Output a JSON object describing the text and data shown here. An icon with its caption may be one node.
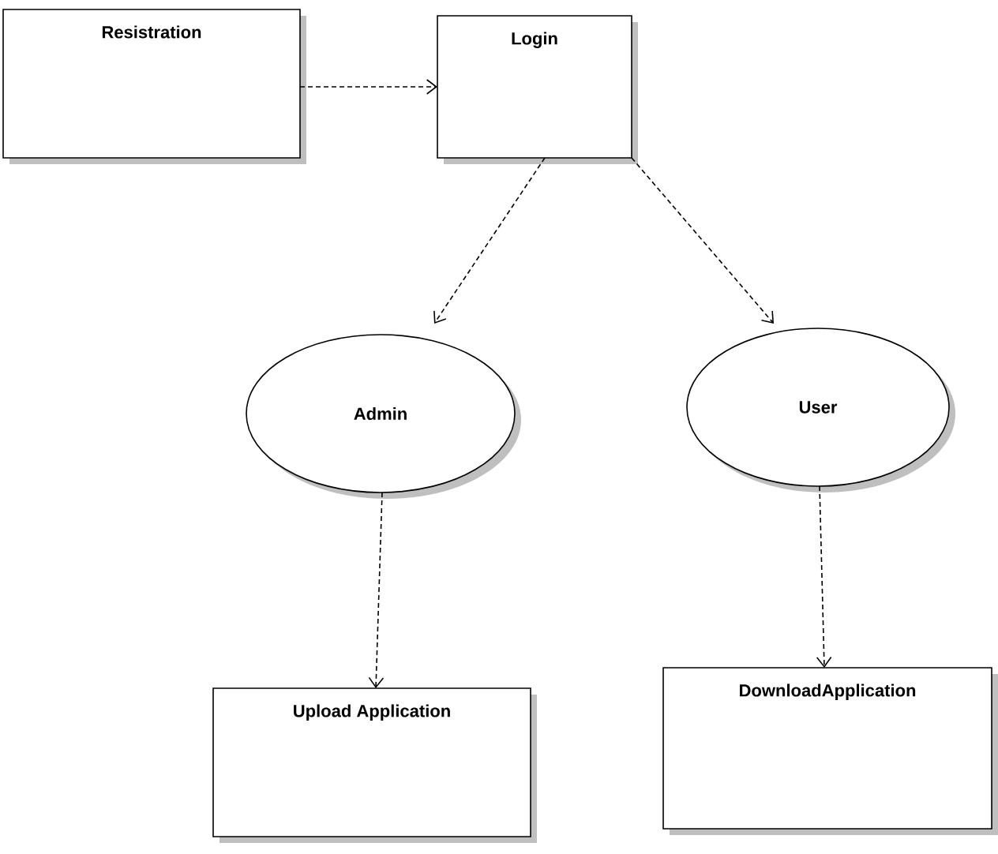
{
  "diagram": {
    "nodes": [
      {
        "text": [
          "Resistration"
        ]
      },
      {
        "text": [
          "Login"
        ]
      },
      {
        "text": [
          "Admin"
        ]
      },
      {
        "text": [
          "User"
        ]
      },
      {
        "text": [
          "Upload Application"
        ]
      },
      {
        "text": [
          "DownloadApplication"
        ]
      }
    ],
    "edges": [
      {
        "from": 0,
        "to": 1,
        "arrow": "to",
        "style": "dashed"
      },
      {
        "from": 1,
        "to": 2,
        "arrow": "to",
        "style": "dashed"
      },
      {
        "from": 1,
        "to": 3,
        "arrow": "to",
        "style": "dashed"
      },
      {
        "from": 2,
        "to": 4,
        "arrow": "to",
        "style": "dashed"
      },
      {
        "from": 3,
        "to": 5,
        "arrow": "to",
        "style": "dashed"
      }
    ]
  }
}
